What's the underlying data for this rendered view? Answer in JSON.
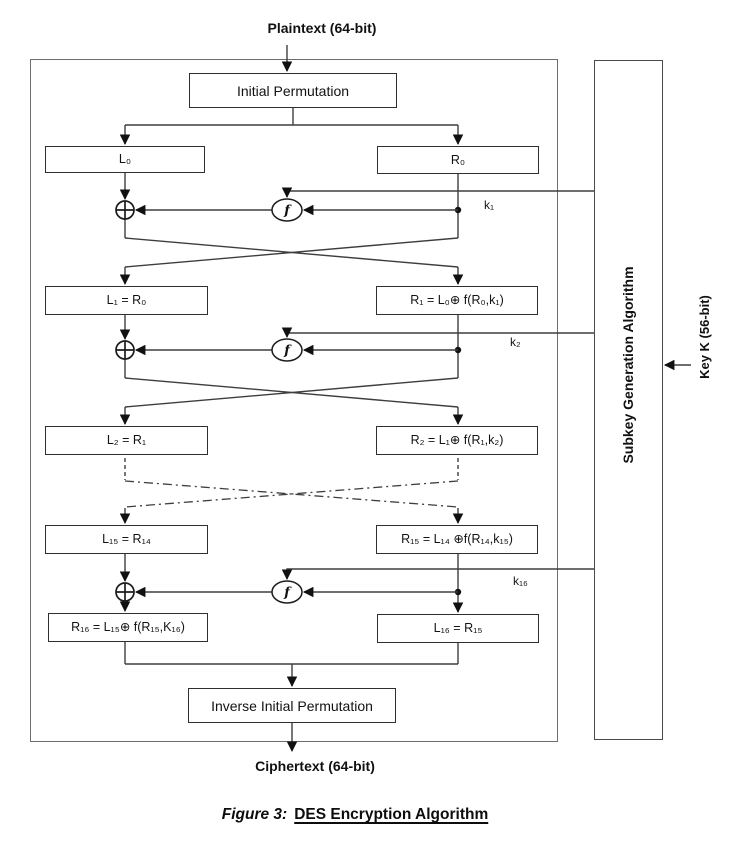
{
  "figure": {
    "plaintext_label": "Plaintext (64-bit)",
    "ciphertext_label": "Ciphertext (64-bit)",
    "caption": {
      "prefix": "Figure 3:",
      "title": "DES Encryption Algorithm"
    },
    "boxes": {
      "initial_permutation": "Initial Permutation",
      "inverse_initial_permutation": "Inverse Initial Permutation",
      "l0": "L₀",
      "r0": "R₀",
      "l1": "L₁ = R₀",
      "r1": "R₁ = L₀⊕ f(R₀,k₁)",
      "l2": "L₂ = R₁",
      "r2": "R₂ = L₁⊕ f(R₁,k₂)",
      "l15": "L₁₅ = R₁₄",
      "r15": "R₁₅ = L₁₄ ⊕f(R₁₄,k₁₅)",
      "r16": "R₁₆ = L₁₅⊕ f(R₁₅,K₁₆)",
      "l16": "L₁₆ = R₁₅"
    },
    "round_function_label": "f",
    "subkey_labels": {
      "k1": "k₁",
      "k2": "k₂",
      "k16": "k₁₆"
    },
    "right_panel": {
      "title": "Subkey Generation Algorithm",
      "key_input_label": "Key K (56-bit)"
    },
    "colors": {
      "line": "#3e3e3e",
      "box_border": "#2f2f2f",
      "outer_border": "#6e6e6e"
    }
  }
}
